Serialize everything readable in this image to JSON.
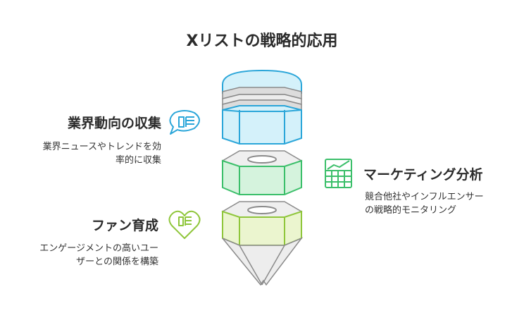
{
  "title": "Xリストの戦略的応用",
  "items": [
    {
      "heading": "業界動向の収集",
      "description_lines": [
        "業界ニュースやトレンドを効",
        "率的に収集"
      ],
      "icon": "analysis-icon",
      "color": "#2ba6d9"
    },
    {
      "heading": "マーケティング分析",
      "description_lines": [
        "競合他社やインフルエンサー",
        "の戦略的モニタリング"
      ],
      "icon": "chart-grid-icon",
      "color": "#3bbf6a"
    },
    {
      "heading": "ファン育成",
      "description_lines": [
        "エンゲージメントの高いユー",
        "ザーとの関係を構築"
      ],
      "icon": "heart-icon",
      "color": "#8fc63b"
    }
  ]
}
